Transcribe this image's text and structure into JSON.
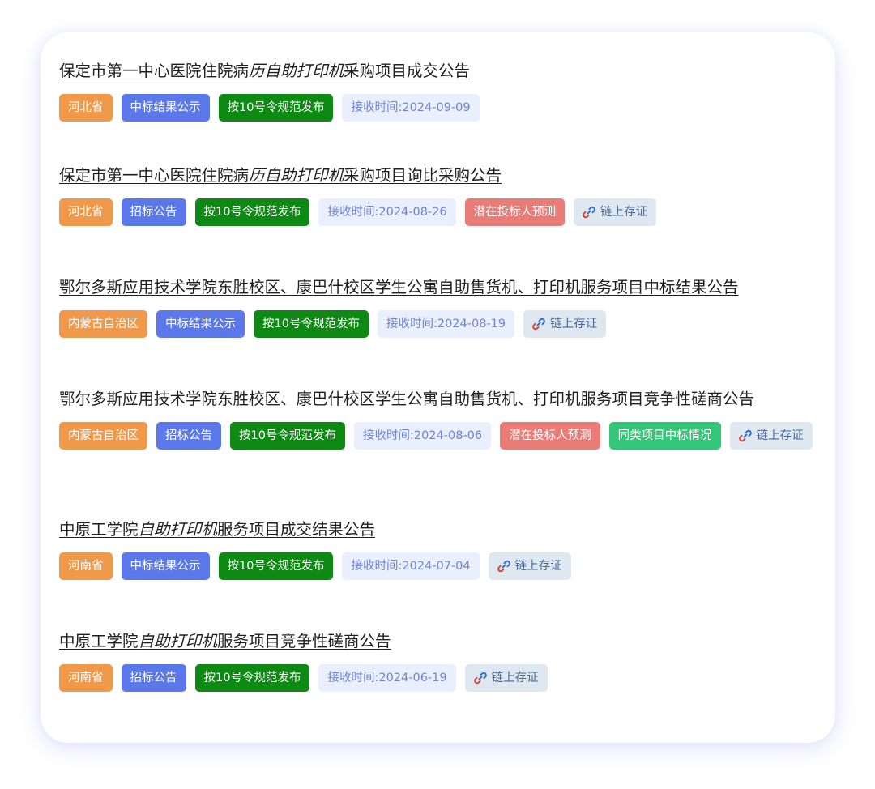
{
  "items": [
    {
      "title_pre": "保定市第一中心医院住院病",
      "title_hl": "历自助打印机",
      "title_post": "采购项目成交公告",
      "region": "河北省",
      "type": "中标结果公示",
      "rule": "按10号令规范发布",
      "time": "接收时间:2024-09-09"
    },
    {
      "title_pre": "保定市第一中心医院住院病",
      "title_hl": "历自助打印机",
      "title_post": "采购项目询比采购公告",
      "region": "河北省",
      "type": "招标公告",
      "rule": "按10号令规范发布",
      "time": "接收时间:2024-08-26",
      "predict": "潜在投标人预测",
      "chain": "链上存证"
    },
    {
      "title_pre": "鄂尔多斯应用技术学院东胜校区、康巴什校区学生公寓自助售货机、打印机服务项目中标结果公告",
      "region": "内蒙古自治区",
      "type": "中标结果公示",
      "rule": "按10号令规范发布",
      "time": "接收时间:2024-08-19",
      "chain": "链上存证"
    },
    {
      "title_pre": "鄂尔多斯应用技术学院东胜校区、康巴什校区学生公寓自助售货机、打印机服务项目竞争性磋商公告",
      "region": "内蒙古自治区",
      "type": "招标公告",
      "rule": "按10号令规范发布",
      "time": "接收时间:2024-08-06",
      "predict": "潜在投标人预测",
      "similar": "同类项目中标情况",
      "chain": "链上存证"
    },
    {
      "title_pre": "中原工学院",
      "title_hl": "自助打印机",
      "title_post": "服务项目成交结果公告",
      "region": "河南省",
      "type": "中标结果公示",
      "rule": "按10号令规范发布",
      "time": "接收时间:2024-07-04",
      "chain": "链上存证"
    },
    {
      "title_pre": "中原工学院",
      "title_hl": "自助打印机",
      "title_post": "服务项目竞争性磋商公告",
      "region": "河南省",
      "type": "招标公告",
      "rule": "按10号令规范发布",
      "time": "接收时间:2024-06-19",
      "chain": "链上存证"
    }
  ],
  "icons": {
    "chain": "link-icon"
  },
  "colors": {
    "region": "#f0994a",
    "type": "#5a78ea",
    "rule": "#0e8a14",
    "time_bg": "#eaeffd",
    "time_text": "#6f84d8",
    "predict": "#ea7c78",
    "similar": "#34c679",
    "chain_bg": "#dfe8f1",
    "chain_text": "#4b6a97"
  }
}
